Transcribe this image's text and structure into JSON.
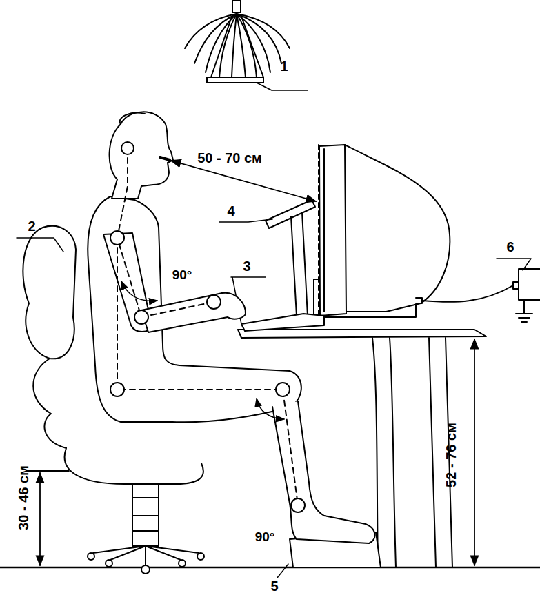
{
  "diagram": {
    "labels": [
      "1",
      "2",
      "3",
      "4",
      "5",
      "6",
      "50 - 70 см",
      "90°",
      "90°",
      "30 - 46 см",
      "52 - 76 см"
    ]
  }
}
